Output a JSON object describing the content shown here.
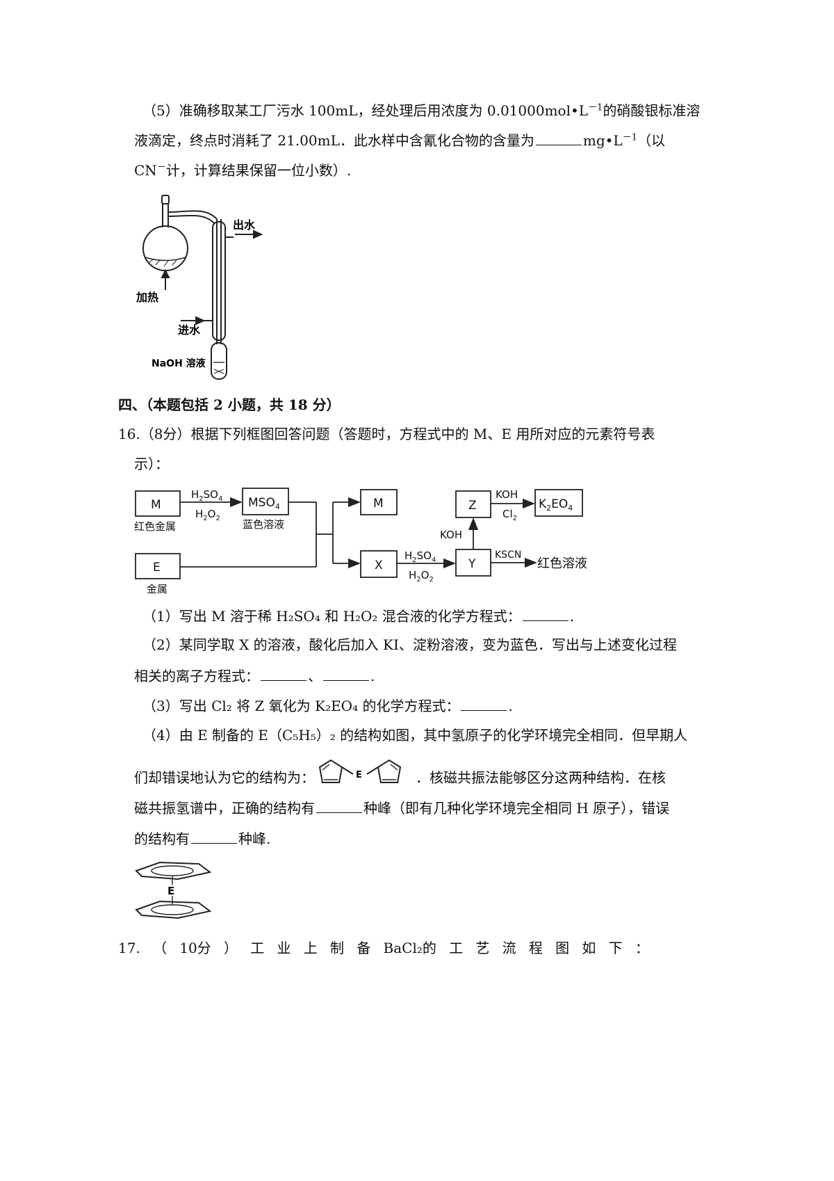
{
  "q15": {
    "p5_a": "（5）准确移取某工厂污水 100mL，经处理后用浓度为 0.01000mol•L",
    "p5_a_sup": "－1",
    "p5_a_tail": "的硝酸银标准溶",
    "p5_b_pre": "液滴定，终点时消耗了 21.00mL．此水样中含氰化合物的含量为",
    "p5_b_unit": "mg•L",
    "p5_b_sup": "－1",
    "p5_b_tail": "（以",
    "p5_c": "CN",
    "p5_c_sup": "－",
    "p5_c_tail": "计，计算结果保留一位小数）.",
    "apparatus": {
      "label_out_water": "出水",
      "label_heat": "加热",
      "label_in_water": "进水",
      "label_naoh": "NaOH 溶液"
    }
  },
  "section4": {
    "heading": "四、（本题包括 2 小题，共 18 分）"
  },
  "q16": {
    "intro_a": "16.（8分）根据下列框图回答问题（答题时，方程式中的 M、E 用所对应的元素符号表",
    "intro_b": "示）：",
    "flow": {
      "M": "M",
      "M_label": "红色金属",
      "MSO4": "MSO",
      "MSO4_sub": "4",
      "MSO4_label": "蓝色溶液",
      "E": "E",
      "E_label": "金属",
      "M2": "M",
      "X": "X",
      "Y": "Y",
      "Z": "Z",
      "K2EO4_a": "K",
      "K2EO4_sub1": "2",
      "K2EO4_b": "EO",
      "K2EO4_sub2": "4",
      "reagent_h2so4": "H",
      "reagent_h2so4_sub": "2",
      "reagent_h2so4_b": "SO",
      "reagent_h2so4_sub2": "4",
      "reagent_h2o2": "H",
      "reagent_h2o2_sub": "2",
      "reagent_h2o2_b": "O",
      "reagent_h2o2_sub2": "2",
      "reagent_koh": "KOH",
      "reagent_cl2": "Cl",
      "reagent_cl2_sub": "2",
      "reagent_koh_up": "KOH",
      "reagent_kscn": "KSCN",
      "red_solution": "红色溶液"
    },
    "s1": "（1）写出 M 溶于稀 H₂SO₄ 和 H₂O₂ 混合液的化学方程式：",
    "s1_end": ".",
    "s2_a": "（2）某同学取 X 的溶液，酸化后加入 KI、淀粉溶液，变为蓝色．写出与上述变化过程",
    "s2_b": "相关的离子方程式：",
    "s2_sep": "、",
    "s2_end": ".",
    "s3": "（3）写出 Cl₂ 将 Z 氧化为 K₂EO₄ 的化学方程式：",
    "s3_end": ".",
    "s4_a": "（4）由 E 制备的 E（C₅H₅）₂ 的结构如图，其中氢原子的化学环境完全相同．但早期人",
    "s4_b_pre": "们却错误地认为它的结构为：",
    "s4_b_post": "．核磁共振法能够区分这两种结构．在核",
    "s4_c_pre": "磁共振氢谱中，正确的结构有",
    "s4_c_post": "种峰（即有几种化学环境完全相同 H 原子），错误",
    "s4_d_pre": "的结构有",
    "s4_d_post": "种峰.",
    "wrong_structure_E": "E",
    "sandwich_E": "E"
  },
  "q17": {
    "chars": [
      "17.",
      "（",
      "10分",
      "）",
      "工",
      "业",
      "上",
      "制",
      "备",
      "BaCl₂的",
      "工",
      "艺",
      "流",
      "程",
      "图",
      "如",
      "下",
      "："
    ]
  }
}
